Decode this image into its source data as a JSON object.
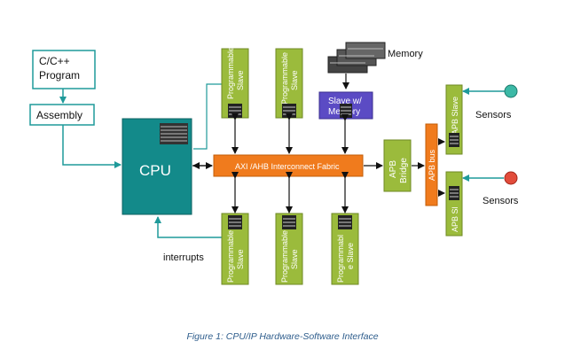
{
  "blocks": {
    "program_line1": "C/C++",
    "program_line2": "Program",
    "assembly": "Assembly",
    "cpu": "CPU",
    "interconnect": "AXI /AHB  Interconnect  Fabric",
    "memory": "Memory",
    "slave_mem_line1": "Slave w/",
    "slave_mem_line2": "Memory",
    "apb_bridge_line1": "APB",
    "apb_bridge_line2": "Bridge",
    "apb_bus": "APB bus",
    "apb_slave": "APB Slave",
    "apb_slave_short": "APB Sl",
    "prog_line1": "Programmable",
    "prog_line2": "Slave",
    "prog_line1_alt": "Programmabl",
    "prog_line2_alt": "e Slave",
    "sensors": "Sensors",
    "interrupts": "interrupts"
  },
  "caption": "Figure 1: CPU/IP Hardware-Software Interface",
  "colors": {
    "teal": "#138a8a",
    "green": "#9bbb3c",
    "orange": "#f07b1d",
    "purple": "#5b4bc4",
    "arrow": "#1f9a9a",
    "sensor_top": "#3cb9a6",
    "sensor_bottom": "#e24c3b"
  }
}
